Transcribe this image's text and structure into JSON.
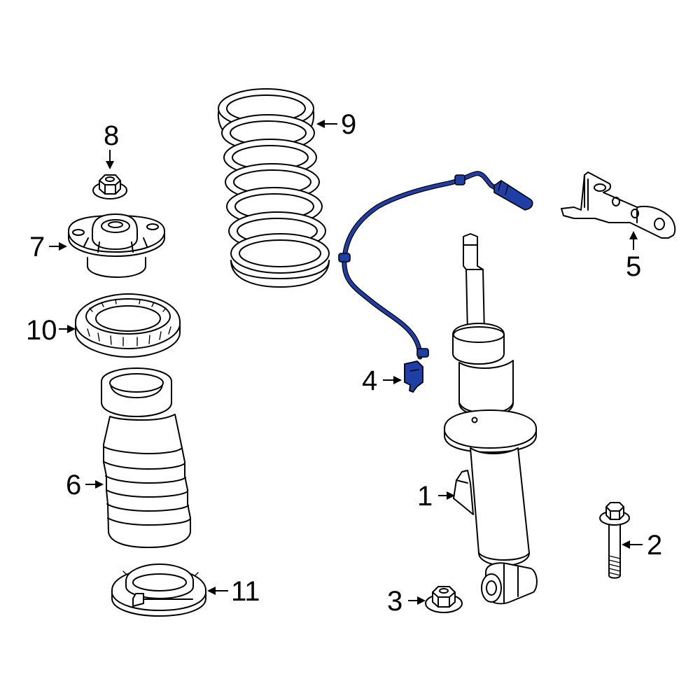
{
  "diagram": {
    "highlight_color": "#1f3fa8",
    "callouts": [
      {
        "id": "1",
        "label": "1"
      },
      {
        "id": "2",
        "label": "2"
      },
      {
        "id": "3",
        "label": "3"
      },
      {
        "id": "4",
        "label": "4"
      },
      {
        "id": "5",
        "label": "5"
      },
      {
        "id": "6",
        "label": "6"
      },
      {
        "id": "7",
        "label": "7"
      },
      {
        "id": "8",
        "label": "8"
      },
      {
        "id": "9",
        "label": "9"
      },
      {
        "id": "10",
        "label": "10"
      },
      {
        "id": "11",
        "label": "11"
      }
    ]
  }
}
